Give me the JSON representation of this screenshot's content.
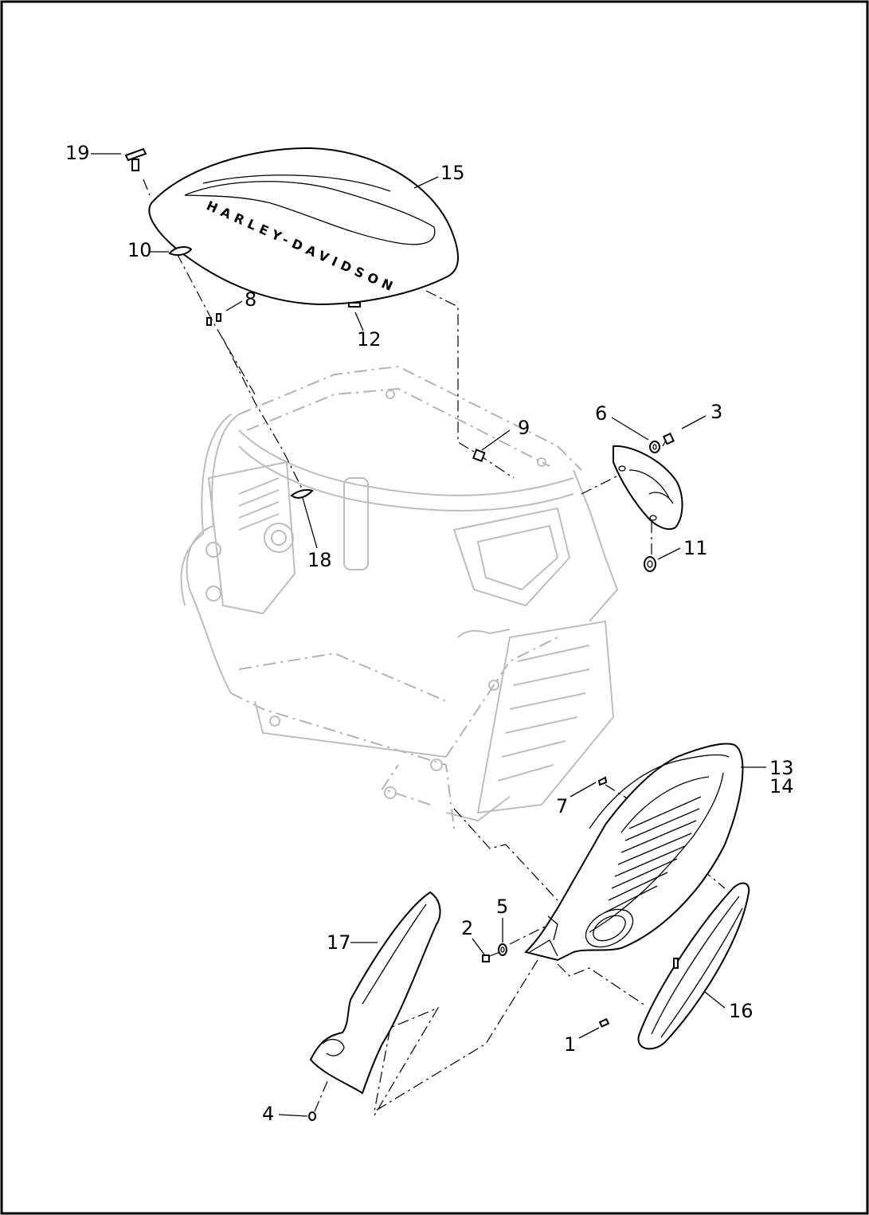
{
  "diagram": {
    "border_color": "#000000",
    "frame_color": "#b3b3b3",
    "logo_text": "HARLEY-DAVIDSON",
    "callouts": {
      "c1": "1",
      "c2": "2",
      "c3": "3",
      "c4": "4",
      "c5": "5",
      "c6": "6",
      "c7": "7",
      "c8": "8",
      "c9": "9",
      "c10": "10",
      "c11": "11",
      "c12": "12",
      "c13": "13",
      "c14": "14",
      "c15": "15",
      "c16": "16",
      "c17": "17",
      "c18": "18",
      "c19": "19"
    }
  }
}
